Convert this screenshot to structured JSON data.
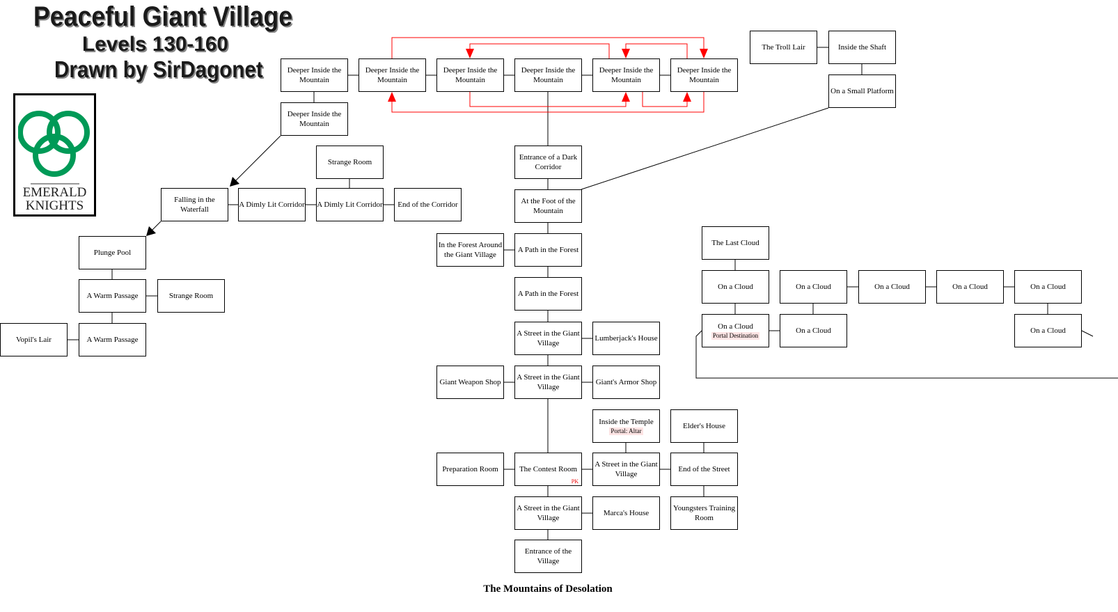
{
  "title": {
    "line1": "Peaceful Giant Village",
    "line2": "Levels 130-160",
    "line3": "Drawn by SirDagonet"
  },
  "logo": {
    "text_line1": "EMERALD",
    "text_line2": "KNIGHTS",
    "color": "#009a57"
  },
  "colors": {
    "connector": "#000000",
    "one_way_link": "#ff0000",
    "note_background": "#fde4e4",
    "pk": "#ff0000"
  },
  "rooms": [
    {
      "label": "Deeper Inside the Mountain"
    },
    {
      "label": "Deeper Inside the Mountain"
    },
    {
      "label": "Deeper Inside the Mountain"
    },
    {
      "label": "Deeper Inside the Mountain"
    },
    {
      "label": "Deeper Inside the Mountain"
    },
    {
      "label": "Deeper Inside the Mountain"
    },
    {
      "label": "Deeper Inside the Mountain"
    },
    {
      "label": "The Troll Lair"
    },
    {
      "label": "Inside the Shaft"
    },
    {
      "label": "On a Small Platform"
    },
    {
      "label": "Strange Room"
    },
    {
      "label": "Entrance of a Dark Corridor"
    },
    {
      "label": "Falling in the Waterfall"
    },
    {
      "label": "A Dimly Lit Corridor"
    },
    {
      "label": "A Dimly Lit Corridor"
    },
    {
      "label": "End of the Corridor"
    },
    {
      "label": "At the Foot of the Mountain"
    },
    {
      "label": "Plunge Pool"
    },
    {
      "label": "In the Forest Around the Giant Village"
    },
    {
      "label": "A Path in the Forest"
    },
    {
      "label": "A Path in the Forest"
    },
    {
      "label": "A Warm Passage"
    },
    {
      "label": "Strange Room"
    },
    {
      "label": "Vopil's Lair"
    },
    {
      "label": "A Warm Passage"
    },
    {
      "label": "A Street in the Giant Village"
    },
    {
      "label": "Lumberjack's House"
    },
    {
      "label": "Giant Weapon Shop"
    },
    {
      "label": "A Street in the Giant Village"
    },
    {
      "label": "Giant's Armor Shop"
    },
    {
      "label": "Inside the Temple",
      "note": "Portal: Altar"
    },
    {
      "label": "Elder's House"
    },
    {
      "label": "Preparation Room"
    },
    {
      "label": "The Contest Room",
      "pk": "PK"
    },
    {
      "label": "A Street in the Giant Village"
    },
    {
      "label": "End of the Street"
    },
    {
      "label": "A Street in the Giant Village"
    },
    {
      "label": "Marca's House"
    },
    {
      "label": "Youngsters Training Room"
    },
    {
      "label": "Entrance of the Village"
    },
    {
      "label": "The Last Cloud"
    },
    {
      "label": "On a Cloud"
    },
    {
      "label": "On a Cloud"
    },
    {
      "label": "On a Cloud"
    },
    {
      "label": "On a Cloud"
    },
    {
      "label": "On a Cloud"
    },
    {
      "label": "On a Cloud",
      "note": "Portal Destination"
    },
    {
      "label": "On a Cloud"
    },
    {
      "label": "On a Cloud"
    }
  ],
  "footer": {
    "exit_label": "The Mountains of Desolation"
  }
}
